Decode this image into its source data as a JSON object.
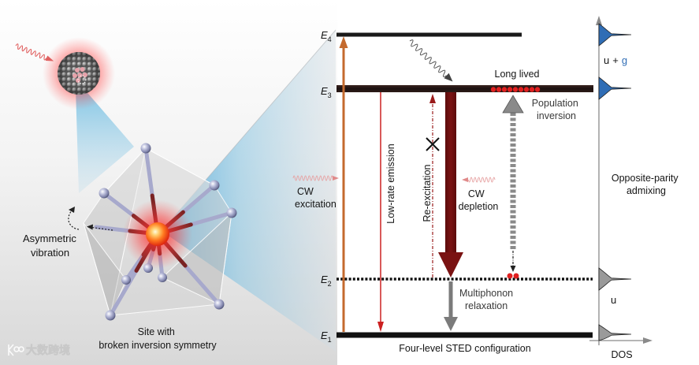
{
  "figure": {
    "illustration": {
      "asymmetric_vibration": [
        "Asymmetric",
        "vibration"
      ],
      "site_label": [
        "Site with",
        "broken inversion symmetry"
      ]
    },
    "levels": {
      "e4": {
        "symbol": "E",
        "index": "4"
      },
      "e3": {
        "symbol": "E",
        "index": "3"
      },
      "e2": {
        "symbol": "E",
        "index": "2"
      },
      "e1": {
        "symbol": "E",
        "index": "1"
      }
    },
    "transitions": {
      "cw_excitation": [
        "CW",
        "excitation"
      ],
      "low_rate_emission": "Low-rate emission",
      "re_excitation": "Re-excitation",
      "cw_depletion": [
        "CW",
        "depletion"
      ],
      "multiphonon_relaxation": [
        "Multiphonon",
        "relaxation"
      ],
      "long_lived": "Long lived",
      "population_inversion": [
        "Population",
        "inversion"
      ]
    },
    "caption": "Four-level STED configuration",
    "dos": {
      "admixing_label": [
        "Opposite-parity",
        "admixing"
      ],
      "upper_parity": {
        "u": "u",
        "plus": "+",
        "g": "g"
      },
      "lower_parity": "u",
      "axis_label": "DOS"
    },
    "colors": {
      "excitation": "#c46a2e",
      "emission": "#cc2020",
      "re_excitation": "#9a1a1a",
      "depletion": "#7a1212",
      "relaxation": "#7b7b7b",
      "inversion": "#8a8a8a",
      "population": "#e02020",
      "g_parity": "#2f6db5",
      "dos_even": "#2f6db5",
      "dos_odd": "#9a9a9a",
      "glow": "#ff2a2a"
    },
    "watermark": "大数跨境"
  }
}
